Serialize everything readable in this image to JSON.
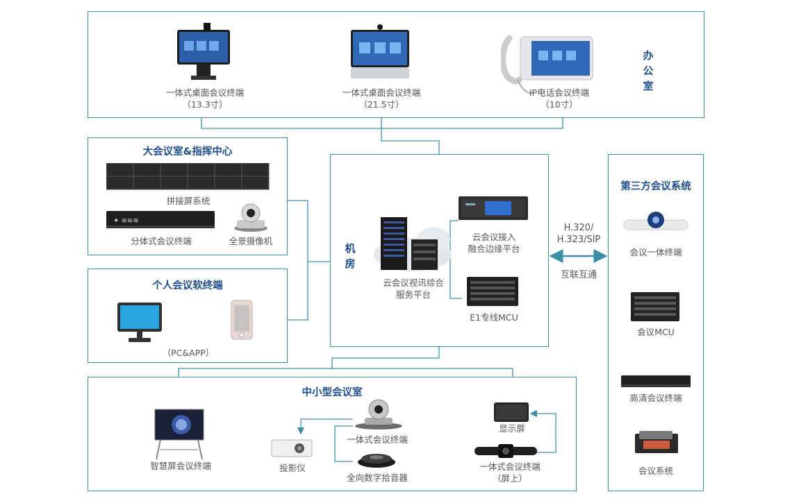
{
  "office": {
    "title": "办公室",
    "devices": [
      {
        "name": "一体式桌面会议终端",
        "spec": "（13.3寸）",
        "icon": "desktop-terminal-icon"
      },
      {
        "name": "一体式桌面会议终端",
        "spec": "（21.5寸）",
        "icon": "desktop-terminal-icon"
      },
      {
        "name": "IP电话会议终端",
        "spec": "（10寸）",
        "icon": "ip-phone-icon"
      }
    ]
  },
  "large_room": {
    "title": "大会议室&指挥中心",
    "videowall": "拼接屏系统",
    "split_terminal": "分体式会议终端",
    "camera": "全景摄像机"
  },
  "personal": {
    "title": "个人会议软终端",
    "caption": "（PC&APP）"
  },
  "machine_room": {
    "title": "机房",
    "platform_line1": "云会议视讯综合",
    "platform_line2": "服务平台",
    "edge_line1": "云会议接入",
    "edge_line2": "融合边缘平台",
    "mcu": "E1专线MCU"
  },
  "interconnect": {
    "protocol_line1": "H.320/",
    "protocol_line2": "H.323/SIP",
    "label": "互联互通"
  },
  "third_party": {
    "title": "第三方会议系统",
    "devices": [
      "会议一体终端",
      "会议MCU",
      "高清会议终端",
      "会议系统"
    ]
  },
  "small_room": {
    "title": "中小型会议室",
    "smart_screen": "智慧屏会议终端",
    "projector": "投影仪",
    "integrated_terminal": "一体式会议终端",
    "mic": "全向数字拾音器",
    "display": "显示屏",
    "bar_terminal_line1": "一体式会议终端",
    "bar_terminal_line2": "（屏上）"
  },
  "colors": {
    "frame": "#3d8ea3",
    "title": "#1f4e8c",
    "label": "#555555"
  }
}
